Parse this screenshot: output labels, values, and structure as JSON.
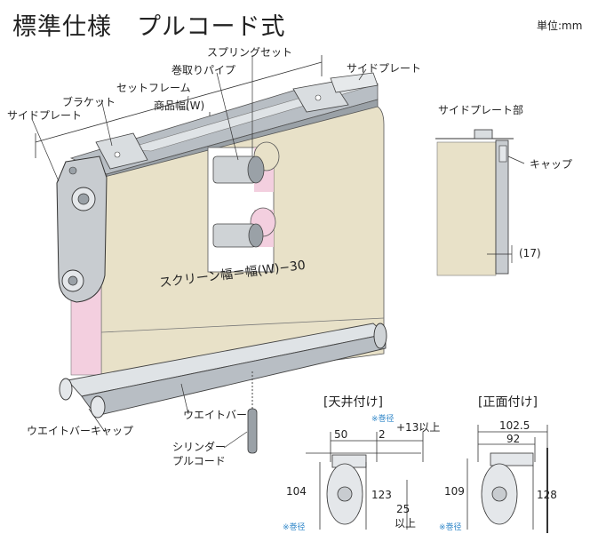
{
  "title": "標準仕様　プルコード式",
  "unit": "単位:mm",
  "labels": {
    "spring_set": "スプリングセット",
    "winding_pipe": "巻取りパイプ",
    "set_frame": "セットフレーム",
    "product_width": "商品幅(W)",
    "bracket": "ブラケット",
    "side_plate_left": "サイドプレート",
    "side_plate_right": "サイドプレート",
    "side_plate_part": "サイドプレート部",
    "cap": "キャップ",
    "cap_gap": "(17)",
    "screen_width": "スクリーン幅＝幅(W)−30",
    "weight_bar": "ウエイトバー",
    "weight_bar_cap": "ウエイトバーキャップ",
    "cylinder": "シリンダー",
    "pull_cord": "プルコード"
  },
  "ceiling": {
    "heading": "[天井付け]",
    "note": "※巻径",
    "note_bottom": "※巻径",
    "dim_50": "50",
    "dim_half": "2",
    "dim_plus": "+13以上",
    "dim_104": "104",
    "dim_123": "123",
    "dim_25": "25",
    "dim_25_sub": "以上"
  },
  "front": {
    "heading": "[正面付け]",
    "note_bottom": "※巻径",
    "dim_1025": "102.5",
    "dim_92": "92",
    "dim_109": "109",
    "dim_128": "128"
  },
  "colors": {
    "screen": "#e8e1c8",
    "pink": "#f3cfdf",
    "metal": "#c8ccd0",
    "accent_blue": "#2f86c8"
  }
}
